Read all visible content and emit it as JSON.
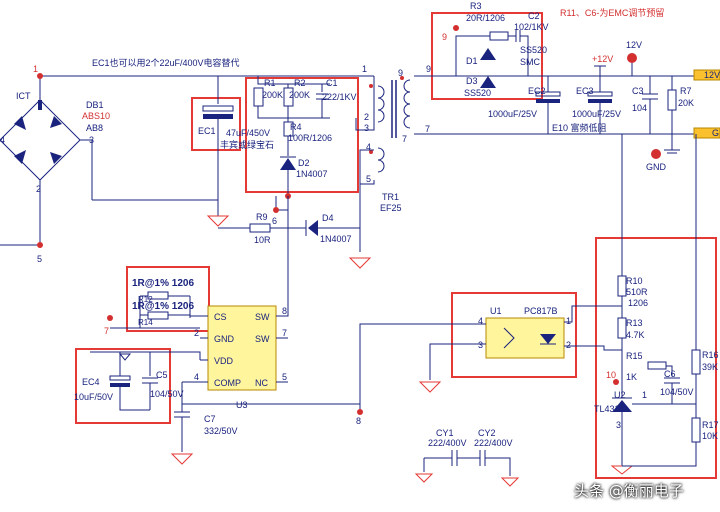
{
  "annotations": {
    "emc_note": "R11、C6-为EMC调节预留",
    "ec1_note": "EC1也可以用2个22uF/400V电容替代",
    "ec1_value": "47uF/450V",
    "ec1_brand": "丰宾或绿宝石",
    "ec2_note": "E10 富频低阻"
  },
  "components": {
    "ict": "ICT",
    "db1": "DB1",
    "db1_part": "ABS10",
    "db1_alt": "AB8",
    "ec1": "EC1",
    "r1": "R1",
    "r1_val": "200K",
    "r2": "R2",
    "r2_val": "200K",
    "c1": "C1",
    "c1_val": "222/1KV",
    "r4": "R4",
    "r4_val": "100R/1206",
    "d2": "D2",
    "d2_val": "1N4007",
    "tr1": "TR1",
    "tr1_val": "EF25",
    "r3": "R3",
    "r3_val": "20R/1206",
    "c2": "C2",
    "c2_val": "102/1KV",
    "d1": "D1",
    "d3": "D3",
    "d_val": "SS520",
    "d_val2": "SS520",
    "d_smc": "SMC",
    "ec2": "EC2",
    "ec2_val": "1000uF/25V",
    "ec3": "EC3",
    "ec3_val": "1000uF/25V",
    "c3": "C3",
    "c3_val": "104",
    "r7": "R7",
    "r7_val": "20K",
    "plus12v": "+12V",
    "v12": "12V",
    "v12_out": "12V",
    "gnd": "GND",
    "g_out": "G",
    "r9": "R9",
    "r9_val": "10R",
    "d4": "D4",
    "d4_val": "1N4007",
    "r12": "R12",
    "r14": "R14",
    "r_cs_val": "1R@1% 1206",
    "u3": "U3",
    "u3_pins": [
      "CS",
      "GND",
      "VDD",
      "COMP",
      "SW",
      "SW",
      "NC"
    ],
    "ec4": "EC4",
    "ec4_val": "10uF/50V",
    "c5": "C5",
    "c5_val": "104/50V",
    "c7": "C7",
    "c7_val": "332/50V",
    "u1": "U1",
    "u1_val": "PC817B",
    "r10": "R10",
    "r10_val": "510R",
    "r10_pkg": "1206",
    "r13": "R13",
    "r13_val": "4.7K",
    "r15": "R15",
    "r15_val": "1K",
    "c6": "C6",
    "c6_val": "104/50V",
    "r16": "R16",
    "r16_val": "39K",
    "r17": "R17",
    "r17_val": "10K",
    "u2": "U2",
    "u2_val": "TL431",
    "cy1": "CY1",
    "cy1_val": "222/400V",
    "cy2": "CY2",
    "cy2_val": "222/400V"
  },
  "net_numbers": [
    "1",
    "2",
    "3",
    "4",
    "5",
    "6",
    "7",
    "8",
    "9",
    "10"
  ],
  "watermark": "头条 @衡丽电子"
}
